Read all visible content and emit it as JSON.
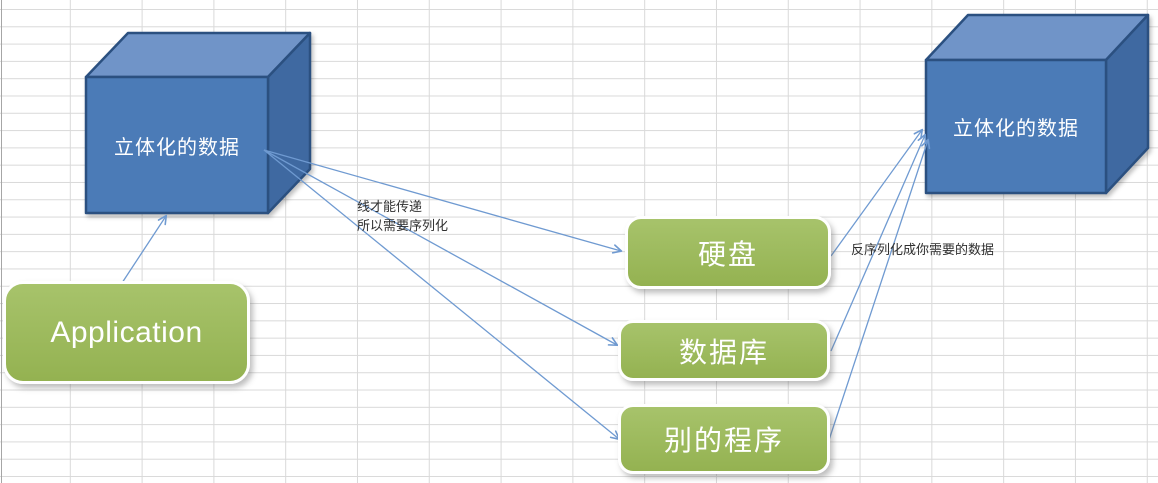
{
  "nodes": {
    "left_cube": {
      "label": "立体化的数据"
    },
    "right_cube": {
      "label": "立体化的数据"
    },
    "application": {
      "label": "Application"
    },
    "hard_disk": {
      "label": "硬盘"
    },
    "database": {
      "label": "数据库"
    },
    "other_program": {
      "label": "别的程序"
    }
  },
  "annotations": {
    "serialize_line1": "线才能传递",
    "serialize_line2": "所以需要序列化",
    "deserialize": "反序列化成你需要的数据"
  },
  "colors": {
    "cube_front": "#4b7bb7",
    "cube_top": "#7094c8",
    "cube_side": "#3f69a1",
    "cube_border": "#2b5080",
    "box_green": "#9bba59",
    "box_border": "#ffffff",
    "arrow_blue": "#6f9ad1",
    "grid_line": "#d9d9d9",
    "note_text": "#2f2f2f",
    "label_text": "#ffffff"
  }
}
